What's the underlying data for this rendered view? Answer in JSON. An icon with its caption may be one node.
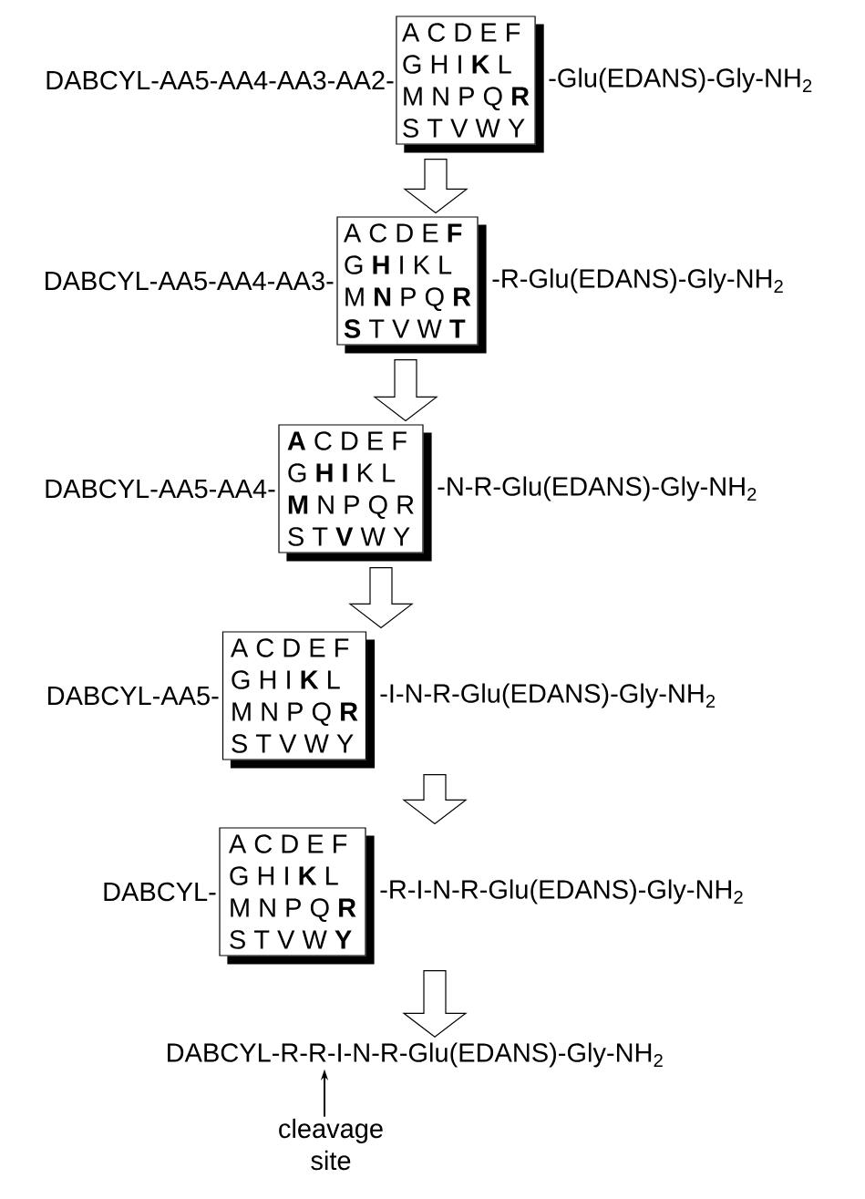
{
  "diagram": {
    "nodes": [
      {
        "text": [
          "A C D E F",
          "G H I **K** L",
          "M N P Q **R**",
          "S T V W Y"
        ],
        "beside": [
          "DABCYL-AA5-AA4-AA3-AA2-",
          "-Glu(EDANS)-Gly-NH$_{2}$"
        ]
      },
      {
        "text": [
          "A C D E **F**",
          "G **H** I K L",
          "M **N** P Q **R**",
          "**S** T V W **T**"
        ],
        "beside": [
          "DABCYL-AA5-AA4-AA3-",
          "-R-Glu(EDANS)-Gly-NH$_{2}$"
        ]
      },
      {
        "text": [
          "**A** C D E F",
          "G **H** **I** K L",
          "**M** N P Q R",
          "S T **V** W Y"
        ],
        "beside": [
          "DABCYL-AA5-AA4-",
          "-N-R-Glu(EDANS)-Gly-NH$_{2}$"
        ]
      },
      {
        "text": [
          "A C D E F",
          "G H I **K** L",
          "M N P Q **R**",
          "S T V W Y"
        ],
        "beside": [
          "DABCYL-AA5-",
          "-I-N-R-Glu(EDANS)-Gly-NH$_{2}$"
        ]
      },
      {
        "text": [
          "A C D E F",
          "G H I **K** L",
          "M N P Q **R**",
          "S T V W **Y**"
        ],
        "beside": [
          "DABCYL-",
          "-R-I-N-R-Glu(EDANS)-Gly-NH$_{2}$"
        ]
      },
      {
        "text": [
          "DABCYL-R-R-I-N-R-Glu(EDANS)-Gly-NH$_{2}$"
        ]
      },
      {
        "text": [
          "cleavage site"
        ]
      }
    ],
    "edges": [
      {
        "from": 0,
        "to": 1,
        "arrow": "to"
      },
      {
        "from": 1,
        "to": 2,
        "arrow": "to"
      },
      {
        "from": 2,
        "to": 3,
        "arrow": "to"
      },
      {
        "from": 3,
        "to": 4,
        "arrow": "to"
      },
      {
        "from": 4,
        "to": 5,
        "arrow": "to"
      },
      {
        "from": 6,
        "to": 5,
        "arrow": "to"
      }
    ]
  }
}
